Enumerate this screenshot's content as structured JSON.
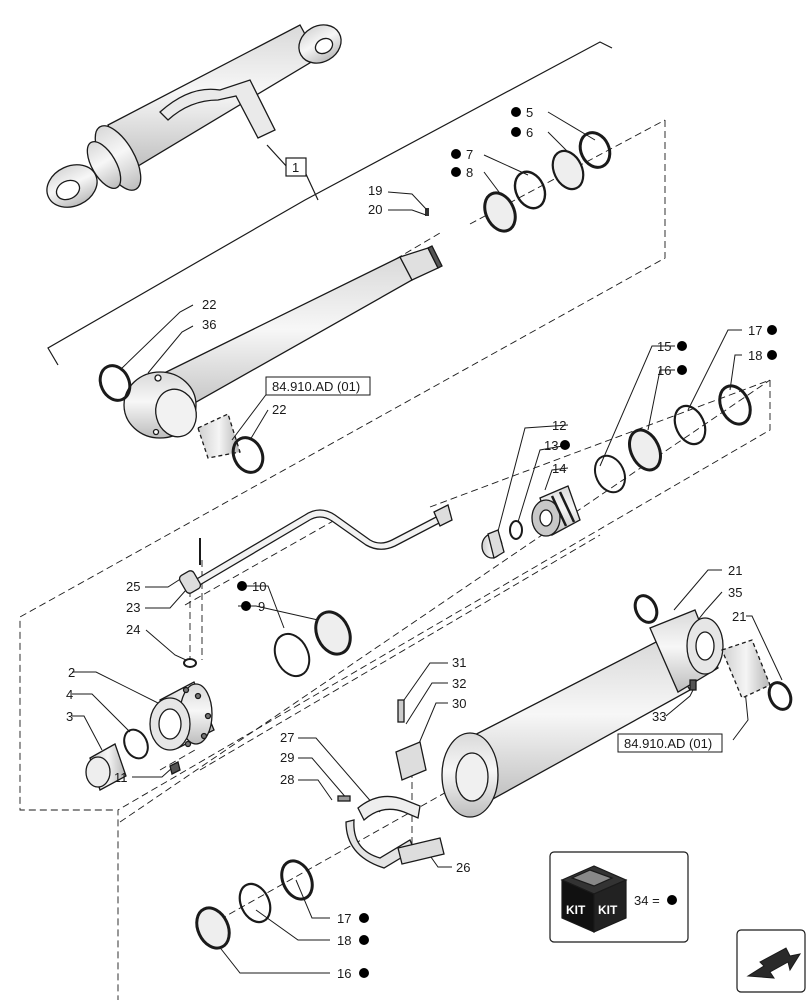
{
  "callouts": [
    {
      "id": "p1",
      "text": "1"
    },
    {
      "id": "p2",
      "text": "2"
    },
    {
      "id": "p3",
      "text": "3"
    },
    {
      "id": "p4",
      "text": "4"
    },
    {
      "id": "p5",
      "text": "5"
    },
    {
      "id": "p6",
      "text": "6"
    },
    {
      "id": "p7",
      "text": "7"
    },
    {
      "id": "p8",
      "text": "8"
    },
    {
      "id": "p9",
      "text": "9"
    },
    {
      "id": "p10",
      "text": "10"
    },
    {
      "id": "p11",
      "text": "11"
    },
    {
      "id": "p12",
      "text": "12"
    },
    {
      "id": "p13",
      "text": "13"
    },
    {
      "id": "p14",
      "text": "14"
    },
    {
      "id": "p15",
      "text": "15"
    },
    {
      "id": "p16a",
      "text": "16"
    },
    {
      "id": "p16b",
      "text": "16"
    },
    {
      "id": "p17a",
      "text": "17"
    },
    {
      "id": "p17b",
      "text": "17"
    },
    {
      "id": "p18a",
      "text": "18"
    },
    {
      "id": "p18b",
      "text": "18"
    },
    {
      "id": "p19",
      "text": "19"
    },
    {
      "id": "p20",
      "text": "20"
    },
    {
      "id": "p21a",
      "text": "21"
    },
    {
      "id": "p21b",
      "text": "21"
    },
    {
      "id": "p22a",
      "text": "22"
    },
    {
      "id": "p22b",
      "text": "22"
    },
    {
      "id": "p23",
      "text": "23"
    },
    {
      "id": "p24",
      "text": "24"
    },
    {
      "id": "p25",
      "text": "25"
    },
    {
      "id": "p26",
      "text": "26"
    },
    {
      "id": "p27",
      "text": "27"
    },
    {
      "id": "p28",
      "text": "28"
    },
    {
      "id": "p29",
      "text": "29"
    },
    {
      "id": "p30",
      "text": "30"
    },
    {
      "id": "p31",
      "text": "31"
    },
    {
      "id": "p32",
      "text": "32"
    },
    {
      "id": "p33",
      "text": "33"
    },
    {
      "id": "p35",
      "text": "35"
    },
    {
      "id": "p36",
      "text": "36"
    }
  ],
  "references": {
    "ref_top": "84.910.AD (01)",
    "ref_bottom": "84.910.AD (01)"
  },
  "kit_legend": {
    "kit_label": "KIT",
    "equation": "34 ="
  },
  "colors": {
    "line": "#1a1a1a",
    "dot": "#000000",
    "background": "#ffffff"
  }
}
